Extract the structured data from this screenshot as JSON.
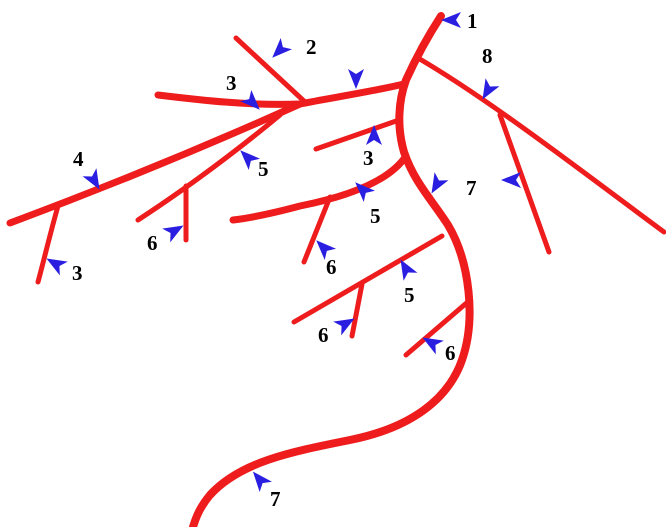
{
  "colors": {
    "vessel": "#ee1c1c",
    "arrow": "#2a1ee0",
    "label": "#000000"
  },
  "labels": {
    "n1": "1",
    "n2": "2",
    "n3a": "3",
    "n3b": "3",
    "n3c": "3",
    "n4": "4",
    "n5a": "5",
    "n5b": "5",
    "n5c": "5",
    "n6a": "6",
    "n6b": "6",
    "n6c": "6",
    "n6d": "6",
    "n7a": "7",
    "n7b": "7",
    "n8": "8"
  }
}
